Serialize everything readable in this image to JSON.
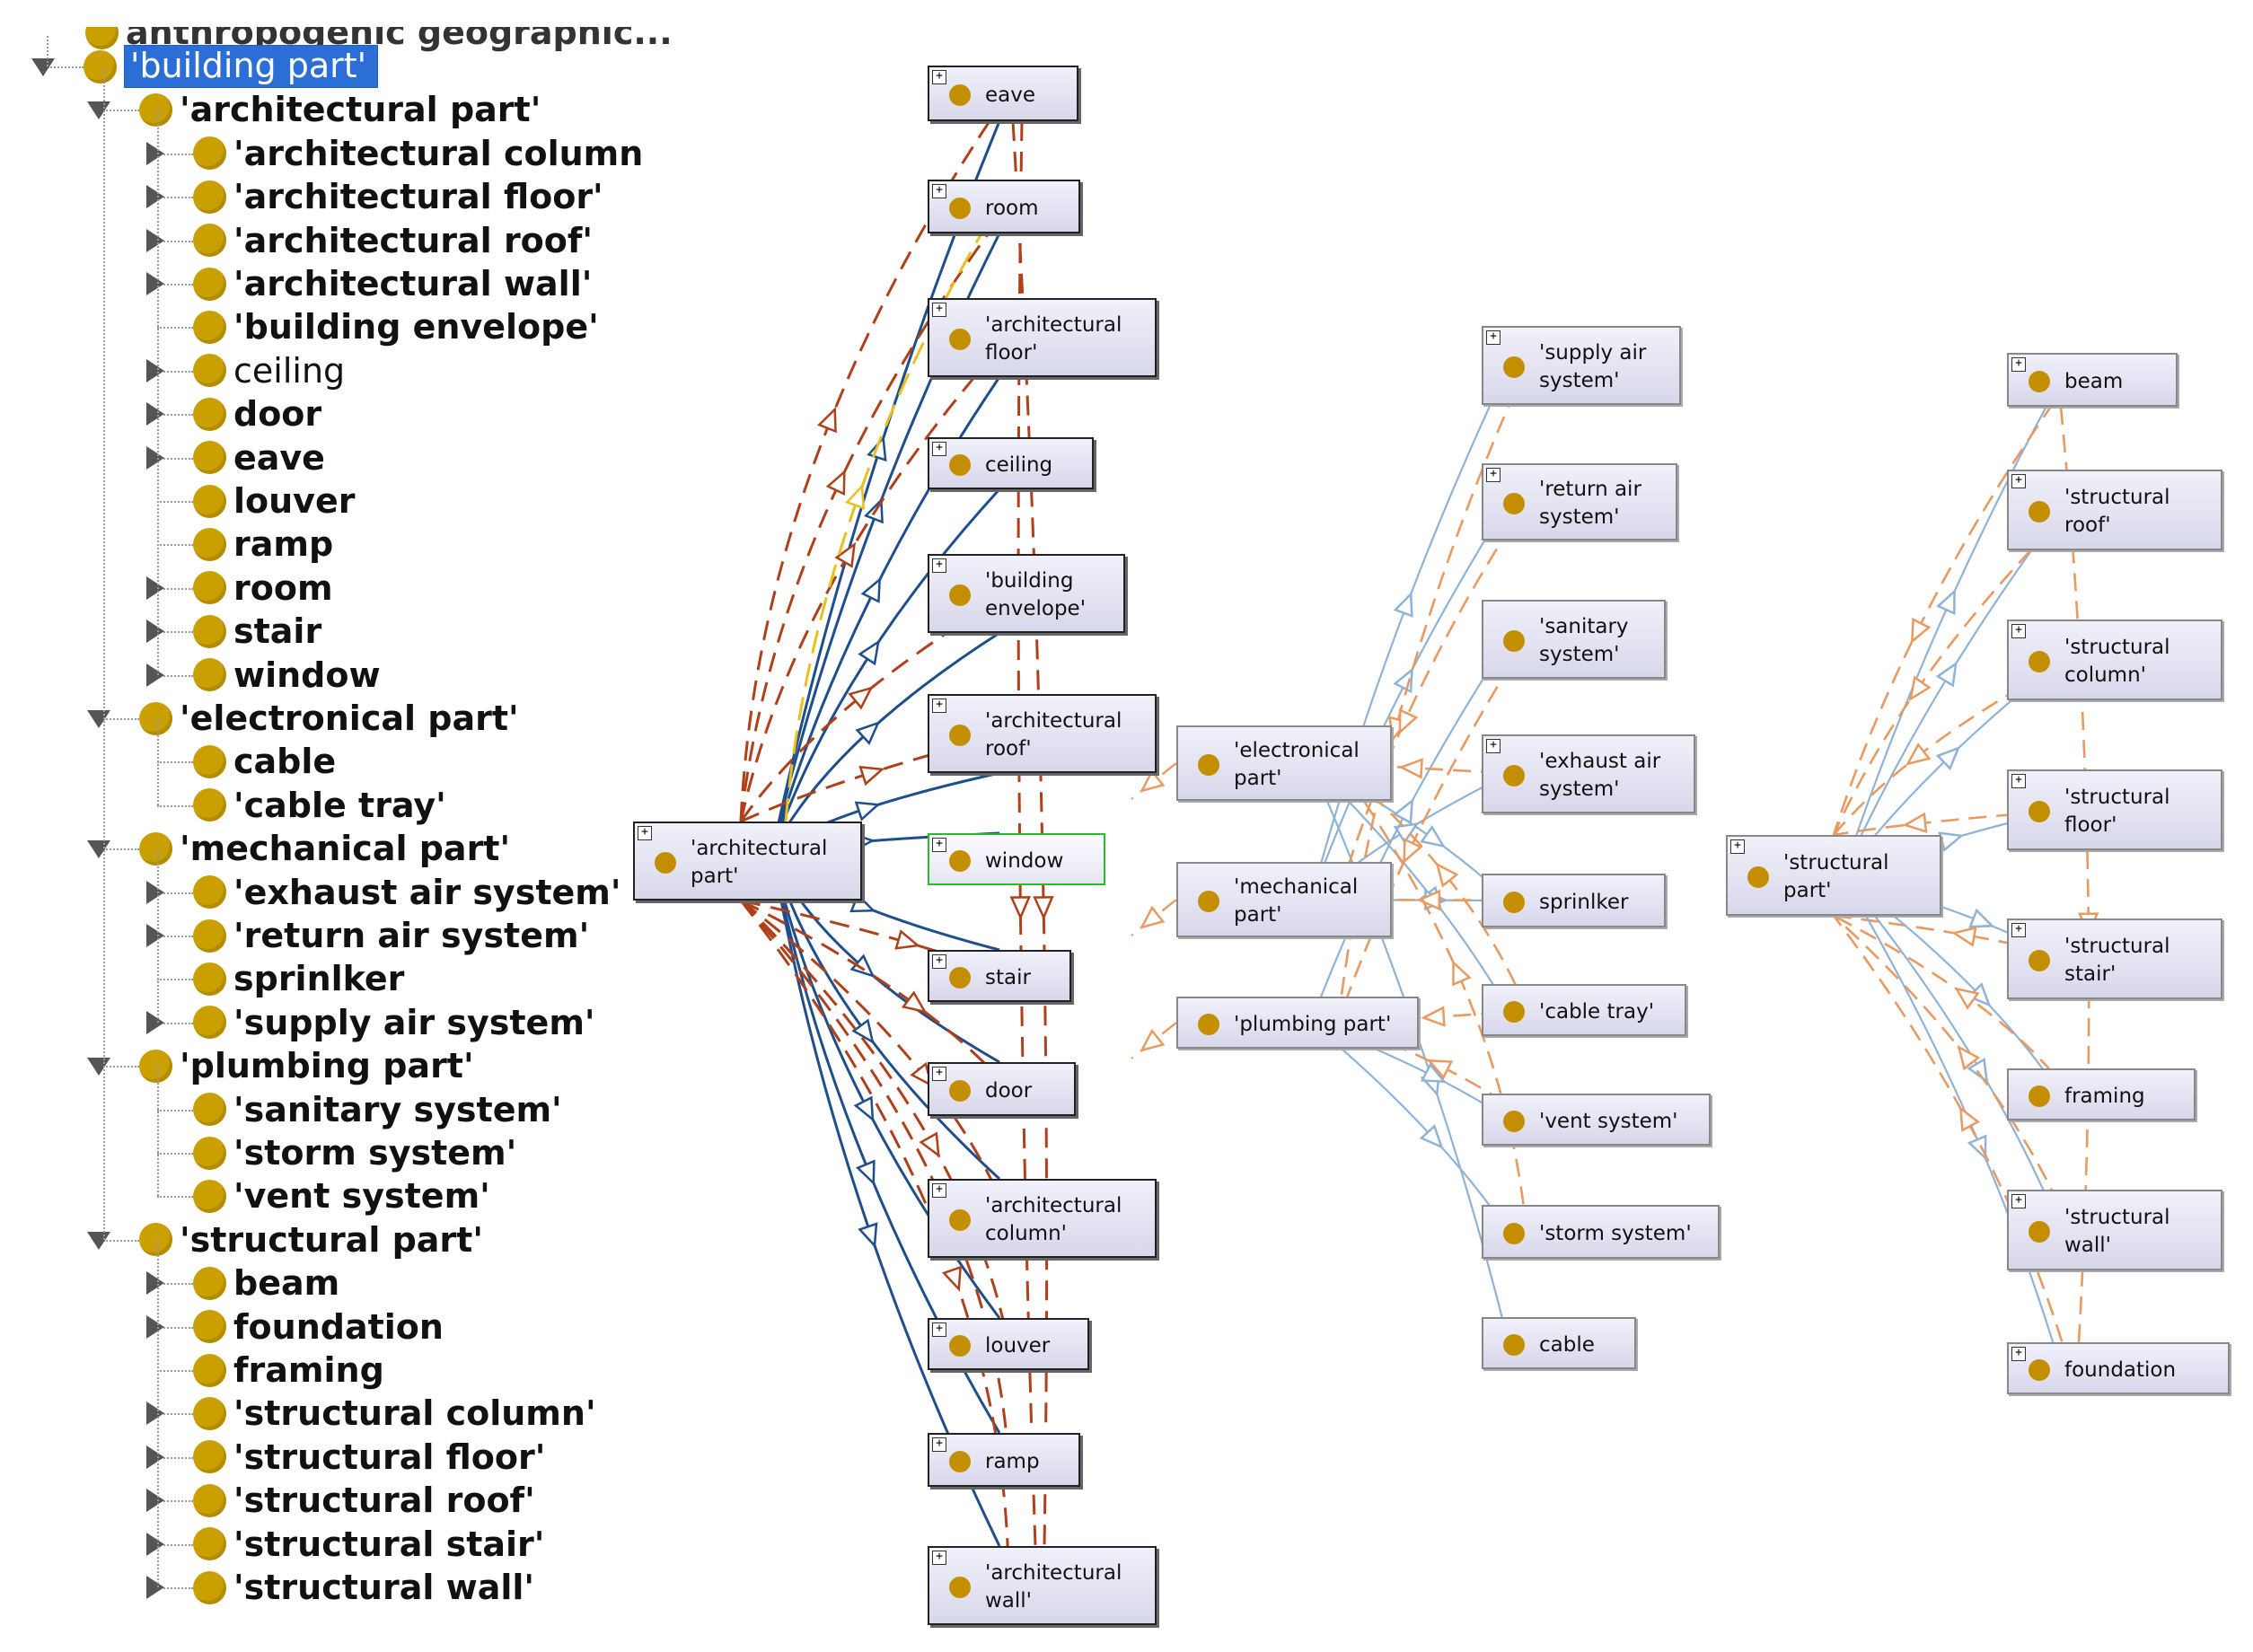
{
  "tree": {
    "top_cutoff_label": "anthropogenic geographic...",
    "items": [
      {
        "label": "'building part'",
        "selected": true
      },
      {
        "label": "'architectural part'"
      },
      {
        "label": "'architectural column"
      },
      {
        "label": "'architectural floor'"
      },
      {
        "label": "'architectural roof'"
      },
      {
        "label": "'architectural wall'"
      },
      {
        "label": "'building envelope'"
      },
      {
        "label": "ceiling"
      },
      {
        "label": "door"
      },
      {
        "label": "eave"
      },
      {
        "label": "louver"
      },
      {
        "label": "ramp"
      },
      {
        "label": "room"
      },
      {
        "label": "stair"
      },
      {
        "label": "window"
      },
      {
        "label": "'electronical part'"
      },
      {
        "label": "cable"
      },
      {
        "label": "'cable tray'"
      },
      {
        "label": "'mechanical part'"
      },
      {
        "label": "'exhaust air system'"
      },
      {
        "label": "'return air system'"
      },
      {
        "label": "sprinlker"
      },
      {
        "label": "'supply air system'"
      },
      {
        "label": "'plumbing part'"
      },
      {
        "label": "'sanitary system'"
      },
      {
        "label": "'storm system'"
      },
      {
        "label": "'vent system'"
      },
      {
        "label": "'structural part'"
      },
      {
        "label": "beam"
      },
      {
        "label": "foundation"
      },
      {
        "label": "framing"
      },
      {
        "label": "'structural column'"
      },
      {
        "label": "'structural floor'"
      },
      {
        "label": "'structural roof'"
      },
      {
        "label": "'structural stair'"
      },
      {
        "label": "'structural wall'"
      }
    ]
  },
  "graph": {
    "nodes": {
      "eave": "eave",
      "room": "room",
      "arch_floor": "'architectural\nfloor'",
      "ceiling": "ceiling",
      "building_envelope": "'building\nenvelope'",
      "arch_roof": "'architectural\nroof'",
      "window": "window",
      "stair": "stair",
      "door": "door",
      "arch_column": "'architectural\ncolumn'",
      "louver": "louver",
      "ramp": "ramp",
      "arch_wall": "'architectural\nwall'",
      "arch_part": "'architectural\npart'",
      "supply_air": "'supply air\nsystem'",
      "return_air": "'return air\nsystem'",
      "sanitary": "'sanitary\nsystem'",
      "exhaust_air": "'exhaust air\nsystem'",
      "sprinkler": "sprinlker",
      "cable_tray": "'cable tray'",
      "vent": "'vent system'",
      "storm": "'storm system'",
      "cable": "cable",
      "electronical_part": "'electronical\npart'",
      "mechanical_part": "'mechanical\npart'",
      "plumbing_part": "'plumbing part'",
      "beam": "beam",
      "struct_roof": "'structural\nroof'",
      "struct_column": "'structural\ncolumn'",
      "struct_floor": "'structural\nfloor'",
      "struct_stair": "'structural\nstair'",
      "framing": "framing",
      "struct_wall": "'structural\nwall'",
      "foundation": "foundation",
      "struct_part": "'structural\npart'"
    },
    "colors": {
      "subclass_edge_dark": "#1f4e8c",
      "subclass_edge_light": "#8fb3d6",
      "property_edge_dark": "#b0401a",
      "property_edge_light": "#e89a60",
      "property_edge_yellow": "#e8c020",
      "node_dot": "#c38f00",
      "selection": "#2b6fd6"
    }
  }
}
